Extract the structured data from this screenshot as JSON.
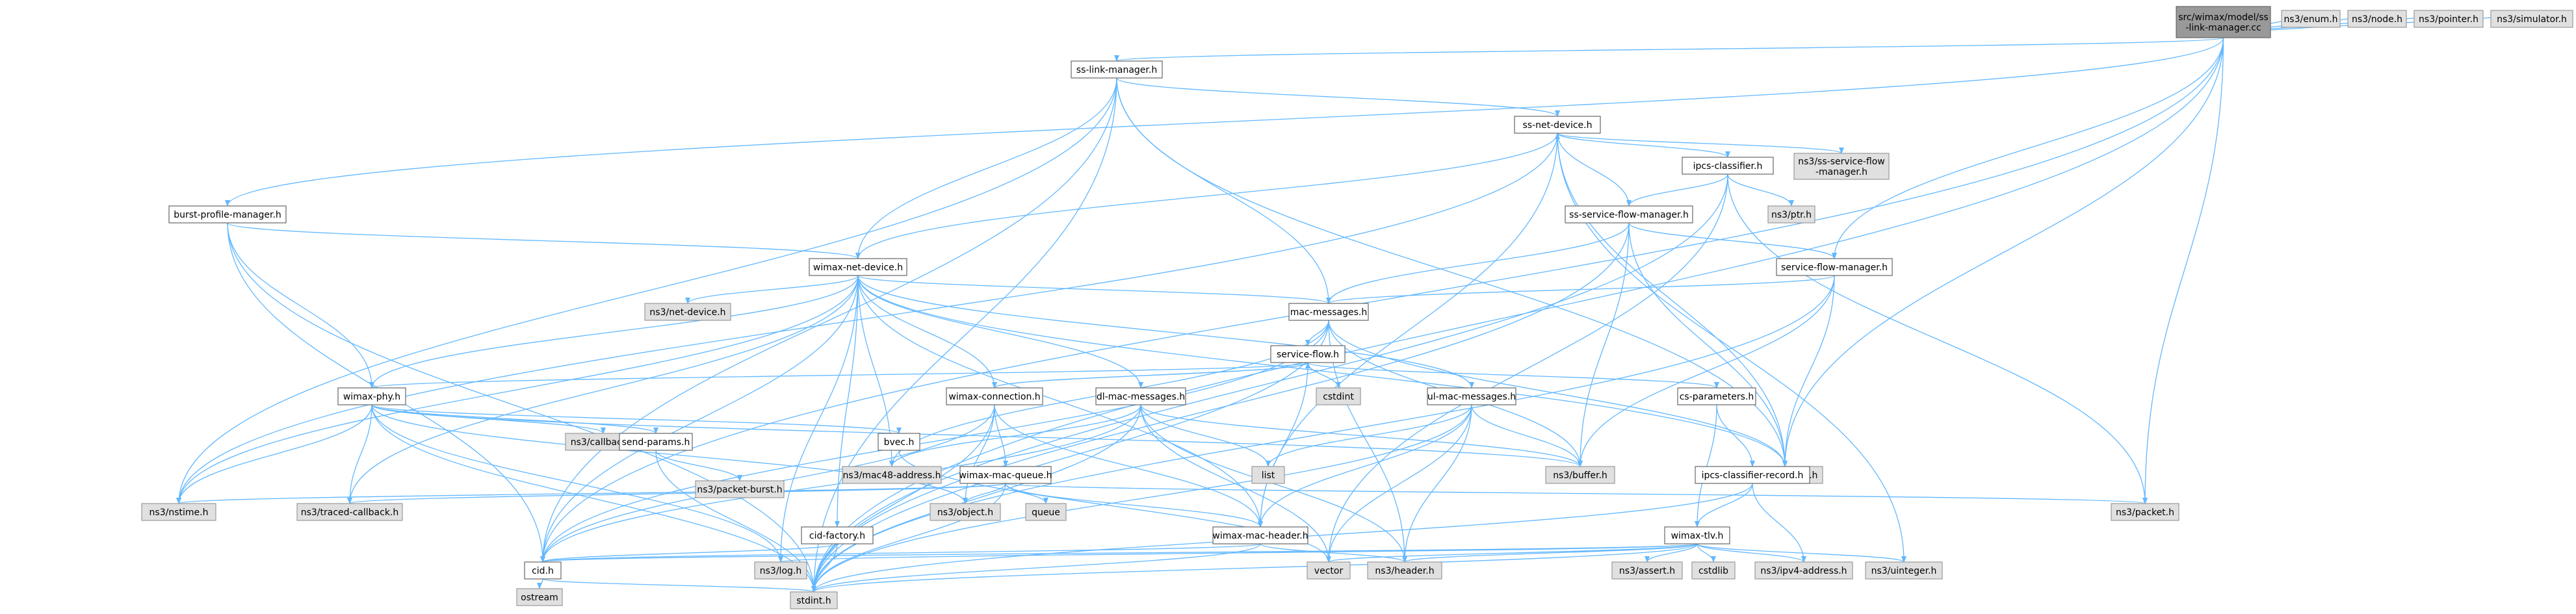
{
  "nodes": [
    {
      "id": "root",
      "label": [
        "src/wimax/model/ss",
        "-link-manager.cc"
      ],
      "kind": "root"
    },
    {
      "id": "sslm",
      "label": [
        "ss-link-manager.h"
      ],
      "kind": "file"
    },
    {
      "id": "enum",
      "label": [
        "ns3/enum.h"
      ],
      "kind": "ext"
    },
    {
      "id": "node",
      "label": [
        "ns3/node.h"
      ],
      "kind": "ext"
    },
    {
      "id": "pointer",
      "label": [
        "ns3/pointer.h"
      ],
      "kind": "ext"
    },
    {
      "id": "simulator",
      "label": [
        "ns3/simulator.h"
      ],
      "kind": "ext"
    },
    {
      "id": "ssnd",
      "label": [
        "ss-net-device.h"
      ],
      "kind": "file"
    },
    {
      "id": "ipcs",
      "label": [
        "ipcs-classifier.h"
      ],
      "kind": "file"
    },
    {
      "id": "sssfm_ext",
      "label": [
        "ns3/ss-service-flow",
        "-manager.h"
      ],
      "kind": "ext"
    },
    {
      "id": "ptr",
      "label": [
        "ns3/ptr.h"
      ],
      "kind": "ext"
    },
    {
      "id": "sssfm",
      "label": [
        "ss-service-flow-manager.h"
      ],
      "kind": "file"
    },
    {
      "id": "sfm",
      "label": [
        "service-flow-manager.h"
      ],
      "kind": "file"
    },
    {
      "id": "bpm",
      "label": [
        "burst-profile-manager.h"
      ],
      "kind": "file"
    },
    {
      "id": "wnd",
      "label": [
        "wimax-net-device.h"
      ],
      "kind": "file"
    },
    {
      "id": "ns3netdev",
      "label": [
        "ns3/net-device.h"
      ],
      "kind": "ext"
    },
    {
      "id": "macmsg",
      "label": [
        "mac-messages.h"
      ],
      "kind": "file"
    },
    {
      "id": "sflow",
      "label": [
        "service-flow.h"
      ],
      "kind": "file"
    },
    {
      "id": "cstdint",
      "label": [
        "cstdint"
      ],
      "kind": "ext"
    },
    {
      "id": "wphy",
      "label": [
        "wimax-phy.h"
      ],
      "kind": "file"
    },
    {
      "id": "wconn",
      "label": [
        "wimax-connection.h"
      ],
      "kind": "file"
    },
    {
      "id": "dlmac",
      "label": [
        "dl-mac-messages.h"
      ],
      "kind": "file"
    },
    {
      "id": "ulmac",
      "label": [
        "ul-mac-messages.h"
      ],
      "kind": "file"
    },
    {
      "id": "csparams",
      "label": [
        "cs-parameters.h"
      ],
      "kind": "file"
    },
    {
      "id": "ns3callback",
      "label": [
        "ns3/callback.h"
      ],
      "kind": "ext"
    },
    {
      "id": "sendparams",
      "label": [
        "send-params.h"
      ],
      "kind": "file"
    },
    {
      "id": "bvec",
      "label": [
        "bvec.h"
      ],
      "kind": "file"
    },
    {
      "id": "mac48",
      "label": [
        "ns3/mac48-address.h"
      ],
      "kind": "ext"
    },
    {
      "id": "wmq",
      "label": [
        "wimax-mac-queue.h"
      ],
      "kind": "file"
    },
    {
      "id": "list",
      "label": [
        "list"
      ],
      "kind": "ext"
    },
    {
      "id": "buffer",
      "label": [
        "ns3/buffer.h"
      ],
      "kind": "ext"
    },
    {
      "id": "eventid",
      "label": [
        "ns3/event-id.h"
      ],
      "kind": "ext"
    },
    {
      "id": "csrec",
      "label": [
        "ipcs-classifier-record.h"
      ],
      "kind": "file"
    },
    {
      "id": "nstime",
      "label": [
        "ns3/nstime.h"
      ],
      "kind": "ext"
    },
    {
      "id": "traced",
      "label": [
        "ns3/traced-callback.h"
      ],
      "kind": "ext"
    },
    {
      "id": "pktburst",
      "label": [
        "ns3/packet-burst.h"
      ],
      "kind": "ext"
    },
    {
      "id": "object",
      "label": [
        "ns3/object.h"
      ],
      "kind": "ext"
    },
    {
      "id": "queue",
      "label": [
        "queue"
      ],
      "kind": "ext"
    },
    {
      "id": "cidf",
      "label": [
        "cid-factory.h"
      ],
      "kind": "file"
    },
    {
      "id": "wmh",
      "label": [
        "wimax-mac-header.h"
      ],
      "kind": "file"
    },
    {
      "id": "packet",
      "label": [
        "ns3/packet.h"
      ],
      "kind": "ext"
    },
    {
      "id": "tlv",
      "label": [
        "wimax-tlv.h"
      ],
      "kind": "file"
    },
    {
      "id": "cid",
      "label": [
        "cid.h"
      ],
      "kind": "file"
    },
    {
      "id": "log",
      "label": [
        "ns3/log.h"
      ],
      "kind": "ext"
    },
    {
      "id": "vector",
      "label": [
        "vector"
      ],
      "kind": "ext"
    },
    {
      "id": "header",
      "label": [
        "ns3/header.h"
      ],
      "kind": "ext"
    },
    {
      "id": "assert",
      "label": [
        "ns3/assert.h"
      ],
      "kind": "ext"
    },
    {
      "id": "cstdlib",
      "label": [
        "cstdlib"
      ],
      "kind": "ext"
    },
    {
      "id": "ipv4",
      "label": [
        "ns3/ipv4-address.h"
      ],
      "kind": "ext"
    },
    {
      "id": "uinteger",
      "label": [
        "ns3/uinteger.h"
      ],
      "kind": "ext"
    },
    {
      "id": "ostream",
      "label": [
        "ostream"
      ],
      "kind": "ext"
    },
    {
      "id": "stdint",
      "label": [
        "stdint.h"
      ],
      "kind": "ext"
    }
  ],
  "edges": [
    [
      "root",
      "sslm"
    ],
    [
      "root",
      "enum"
    ],
    [
      "root",
      "node"
    ],
    [
      "root",
      "pointer"
    ],
    [
      "root",
      "simulator"
    ],
    [
      "root",
      "bpm"
    ],
    [
      "root",
      "sfm"
    ],
    [
      "root",
      "cid"
    ],
    [
      "root",
      "packet"
    ],
    [
      "root",
      "eventid"
    ],
    [
      "root",
      "stdint"
    ],
    [
      "sslm",
      "ssnd"
    ],
    [
      "sslm",
      "wnd"
    ],
    [
      "sslm",
      "macmsg"
    ],
    [
      "sslm",
      "nstime"
    ],
    [
      "sslm",
      "eventid"
    ],
    [
      "sslm",
      "cid"
    ],
    [
      "sslm",
      "stdint"
    ],
    [
      "ssnd",
      "ipcs"
    ],
    [
      "ssnd",
      "sssfm_ext"
    ],
    [
      "ssnd",
      "wnd"
    ],
    [
      "ssnd",
      "eventid"
    ],
    [
      "ssnd",
      "wmh"
    ],
    [
      "ssnd",
      "nstime"
    ],
    [
      "ssnd",
      "uinteger"
    ],
    [
      "ipcs",
      "ptr"
    ],
    [
      "ipcs",
      "sssfm"
    ],
    [
      "ipcs",
      "packet"
    ],
    [
      "ipcs",
      "vector"
    ],
    [
      "ipcs",
      "stdint"
    ],
    [
      "sssfm",
      "ssnd"
    ],
    [
      "sssfm",
      "sfm"
    ],
    [
      "sssfm",
      "macmsg"
    ],
    [
      "sssfm",
      "buffer"
    ],
    [
      "sssfm",
      "eventid"
    ],
    [
      "sssfm",
      "stdint"
    ],
    [
      "sfm",
      "macmsg"
    ],
    [
      "sfm",
      "buffer"
    ],
    [
      "sfm",
      "eventid"
    ],
    [
      "sfm",
      "stdint"
    ],
    [
      "bpm",
      "wnd"
    ],
    [
      "bpm",
      "wphy"
    ],
    [
      "bpm",
      "cid"
    ],
    [
      "bpm",
      "stdint"
    ],
    [
      "wnd",
      "ns3netdev"
    ],
    [
      "wnd",
      "macmsg"
    ],
    [
      "wnd",
      "wphy"
    ],
    [
      "wnd",
      "wconn"
    ],
    [
      "wnd",
      "dlmac"
    ],
    [
      "wnd",
      "ulmac"
    ],
    [
      "wnd",
      "cidf"
    ],
    [
      "wnd",
      "mac48"
    ],
    [
      "wnd",
      "eventid"
    ],
    [
      "wnd",
      "nstime"
    ],
    [
      "wnd",
      "traced"
    ],
    [
      "wnd",
      "log"
    ],
    [
      "wnd",
      "cid"
    ],
    [
      "wnd",
      "wmh"
    ],
    [
      "macmsg",
      "sflow"
    ],
    [
      "macmsg",
      "mac48"
    ],
    [
      "macmsg",
      "buffer"
    ],
    [
      "macmsg",
      "header"
    ],
    [
      "macmsg",
      "eventid"
    ],
    [
      "macmsg",
      "cid"
    ],
    [
      "macmsg",
      "stdint"
    ],
    [
      "sflow",
      "cstdint"
    ],
    [
      "sflow",
      "wconn"
    ],
    [
      "sflow",
      "wphy"
    ],
    [
      "sflow",
      "csparams"
    ],
    [
      "sflow",
      "wmh"
    ],
    [
      "wconn",
      "sflow"
    ],
    [
      "wconn",
      "wmq"
    ],
    [
      "wconn",
      "object"
    ],
    [
      "wconn",
      "wmh"
    ],
    [
      "wconn",
      "cid"
    ],
    [
      "wconn",
      "stdint"
    ],
    [
      "wphy",
      "ns3callback"
    ],
    [
      "wphy",
      "sendparams"
    ],
    [
      "wphy",
      "bvec"
    ],
    [
      "wphy",
      "buffer"
    ],
    [
      "wphy",
      "nstime"
    ],
    [
      "wphy",
      "traced"
    ],
    [
      "wphy",
      "object"
    ],
    [
      "wphy",
      "log"
    ],
    [
      "wphy",
      "stdint"
    ],
    [
      "dlmac",
      "list"
    ],
    [
      "dlmac",
      "buffer"
    ],
    [
      "dlmac",
      "mac48"
    ],
    [
      "dlmac",
      "header"
    ],
    [
      "dlmac",
      "vector"
    ],
    [
      "dlmac",
      "cid"
    ],
    [
      "dlmac",
      "stdint"
    ],
    [
      "ulmac",
      "list"
    ],
    [
      "ulmac",
      "buffer"
    ],
    [
      "ulmac",
      "header"
    ],
    [
      "ulmac",
      "vector"
    ],
    [
      "ulmac",
      "wmh"
    ],
    [
      "ulmac",
      "stdint"
    ],
    [
      "csparams",
      "csrec"
    ],
    [
      "csparams",
      "tlv"
    ],
    [
      "csrec",
      "tlv"
    ],
    [
      "csrec",
      "ipv4"
    ],
    [
      "csrec",
      "stdint"
    ],
    [
      "sendparams",
      "pktburst"
    ],
    [
      "sendparams",
      "stdint"
    ],
    [
      "bvec",
      "vector"
    ],
    [
      "wmq",
      "wmh"
    ],
    [
      "wmq",
      "queue"
    ],
    [
      "wmq",
      "object"
    ],
    [
      "wmq",
      "packet"
    ],
    [
      "wmq",
      "traced"
    ],
    [
      "wmq",
      "nstime"
    ],
    [
      "wmq",
      "stdint"
    ],
    [
      "cidf",
      "cid"
    ],
    [
      "cidf",
      "stdint"
    ],
    [
      "wmh",
      "cid"
    ],
    [
      "wmh",
      "header"
    ],
    [
      "wmh",
      "stdint"
    ],
    [
      "tlv",
      "cid"
    ],
    [
      "tlv",
      "assert"
    ],
    [
      "tlv",
      "cstdlib"
    ],
    [
      "tlv",
      "ipv4"
    ],
    [
      "tlv",
      "uinteger"
    ],
    [
      "tlv",
      "vector"
    ],
    [
      "tlv",
      "header"
    ],
    [
      "tlv",
      "log"
    ],
    [
      "tlv",
      "stdint"
    ],
    [
      "cid",
      "ostream"
    ],
    [
      "cid",
      "stdint"
    ]
  ]
}
